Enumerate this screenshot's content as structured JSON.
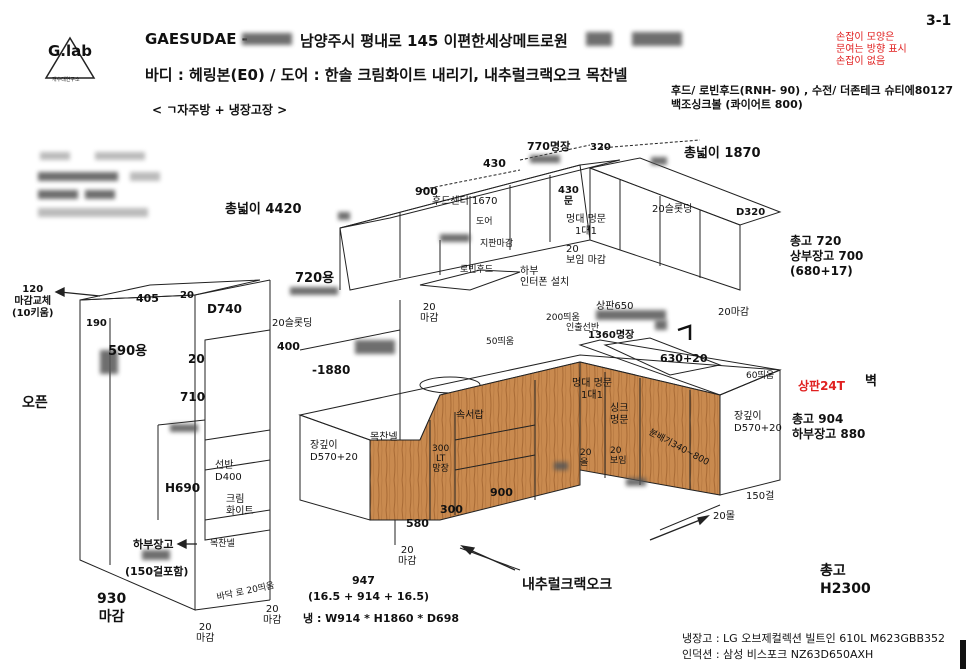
{
  "page_number": "3-1",
  "logo": {
    "text": "G.lab",
    "sub": "개수대연구소"
  },
  "header": {
    "title_prefix": "GAESUDAE - ",
    "address": "남양주시 평내로 145 이편한세상메트로원",
    "materials": "바디 : 헤링본(E0) / 도어 : 한솔 크림화이트 내리기, 내추럴크랙오크 목찬넬",
    "layout_type": "< ㄱ자주방 + 냉장고장 >"
  },
  "notes": {
    "handle_note_lines": [
      "손잡이 모양은",
      "문여는 방향 표시",
      "손잡이 없음"
    ],
    "hood_sink_lines": [
      "후드/ 로빈후드(RNH- 90) , 수전/ 더존테크 슈티에80127",
      "백조싱크볼 (콰이어트 800)"
    ],
    "appliances": [
      "냉장고 : LG 오브제컬렉션 빌트인 610L M623GBB352",
      "인덕션 : 삼성 비스포크 NZ63D650AXH"
    ]
  },
  "dimensions": {
    "total_width_upper": "총넓이 4420",
    "total_width_side": "총넓이 1870",
    "upper_height": "총고 720",
    "upper_cabinet": "상부장고 700",
    "upper_cabinet_detail": "(680+17)",
    "base_height": "총고 904",
    "base_cabinet": "하부장고 880",
    "total_height": "총고",
    "total_height_value": "H2300",
    "counter": "상판24T",
    "wall": "벽",
    "open": "오픈",
    "open_120": "120",
    "open_120_note": "마감교체",
    "open_120_keys": "(10키움)",
    "tall_width_930": "930",
    "tall_finish": "마감",
    "d740": "D740",
    "h690": "H690",
    "d710": "710",
    "w405": "405",
    "w20a": "20",
    "w190": "190",
    "w590": "590용",
    "w20b": "20",
    "w400": "400",
    "neg1880": "-1880",
    "w720": "720용",
    "w20c": "20",
    "finish_20": "마감",
    "strip_20": "20슬롯딩",
    "d900": "900",
    "d430": "430",
    "d770": "770명장",
    "d320": "320",
    "d430b": "430",
    "door_label": "문",
    "hood_center": "후드센터 1670",
    "door_small": "도어",
    "sep_finish": "지판마감",
    "robin": "로빈후드",
    "mid_panel": "멍대 멍문",
    "one_to_one": "1대1",
    "open20": "20",
    "view": "보임",
    "finish": "마감",
    "bottom_interphone": "하부",
    "interphone": "인터폰 설치",
    "strip_20b": "20슬롯딩",
    "d320b": "D320",
    "finish_20b": "20마감",
    "w200": "200띄움",
    "pull_shelf": "인출선반",
    "d1360": "1360명장",
    "counter650": "상판650",
    "sink630": "630+20",
    "lift60": "60띄움",
    "w50": "50띄움",
    "d570a": "장깊이",
    "d570a_val": "D570+20",
    "d570b": "장깊이",
    "d570b_val": "D570+20",
    "lt300": "300",
    "lt300_l": "LT",
    "lt300_m": "망장",
    "shelf_drawer": "속서랍",
    "corner_channel": "목찬넬",
    "mid_panel2": "멍대 멍문",
    "one_to_one2": "1대1",
    "sink_label": "싱크",
    "sink_label2": "멍문",
    "dishwasher": "분배기340~800",
    "w20view": "20",
    "w20view2": "보임",
    "w20view3": "20",
    "w20view4": "올",
    "w900b": "900",
    "w300": "300",
    "w580": "580",
    "w20fin": "20",
    "w20fin_l": "마감",
    "w150": "150걸",
    "w20fin2": "20몰",
    "shelf": "선반",
    "shelf_d": "D400",
    "cream": "크림",
    "white": "화이트",
    "lower_tall": "하부장고",
    "lower_tall_incl": "(150걸포함)",
    "channel": "목찬넬",
    "floor": "바닥 로 20띄움",
    "w947": "947",
    "w947_detail": "(16.5 + 914 + 16.5)",
    "fridge_size": "냉 : W914 * H1860 * D698",
    "w20bottom": "20",
    "w20bottom_l": "마감",
    "w20bottom2": "20",
    "w20bottom2_l": "마감",
    "natural_oak": "내추럴크랙오크"
  }
}
